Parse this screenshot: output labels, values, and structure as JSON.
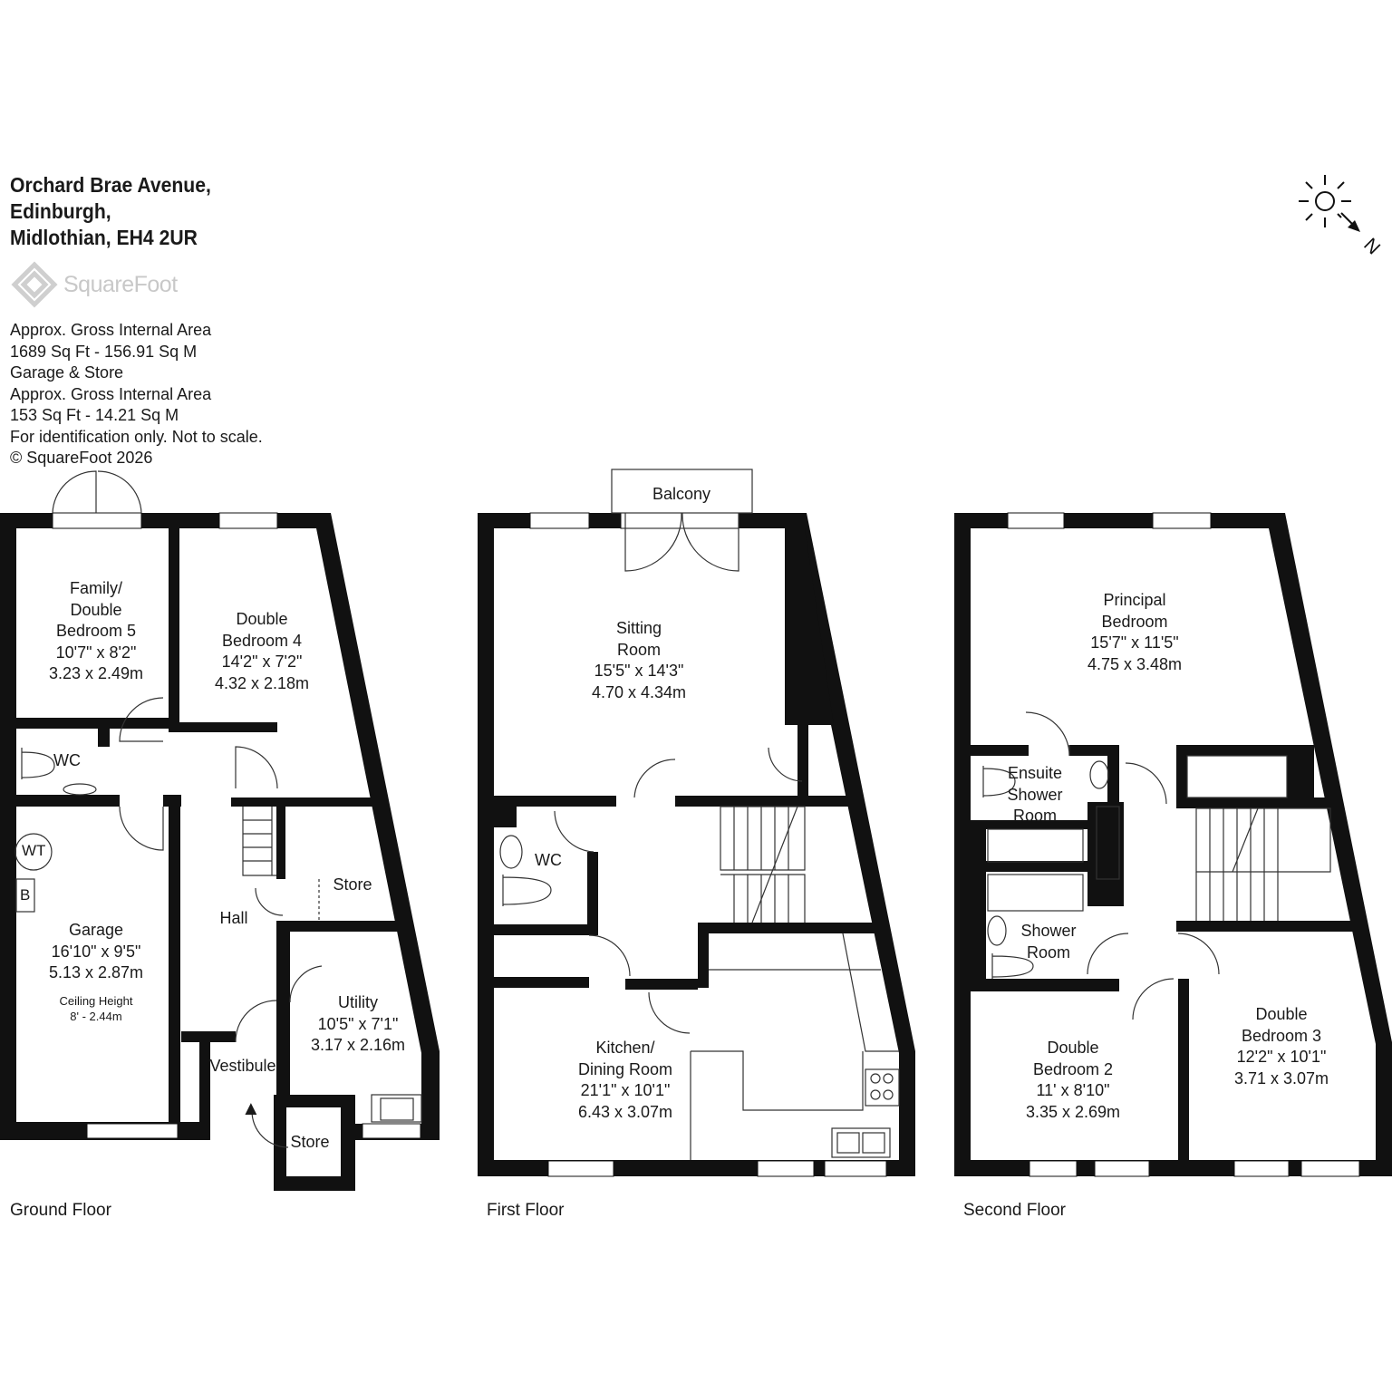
{
  "address": {
    "line1": "Orchard Brae Avenue,",
    "line2": "Edinburgh,",
    "line3": "Midlothian, EH4 2UR"
  },
  "brand": {
    "logo_text": "SquareFoot"
  },
  "area_info": {
    "line1": "Approx. Gross Internal Area",
    "line2": "1689 Sq Ft  -  156.91 Sq M",
    "line3": "Garage & Store",
    "line4": "Approx. Gross Internal Area",
    "line5": "153 Sq Ft  -  14.21 Sq M",
    "line6": "For identification only. Not to scale.",
    "line7": "© SquareFoot 2026"
  },
  "compass": {
    "letter": "N",
    "icon": "sun-compass-icon"
  },
  "floors": {
    "ground": "Ground Floor",
    "first": "First Floor",
    "second": "Second Floor"
  },
  "ground_rooms": {
    "family": {
      "l1": "Family/",
      "l2": "Double",
      "l3": "Bedroom 5",
      "imp": "10'7\" x 8'2\"",
      "met": "3.23 x 2.49m"
    },
    "bed4": {
      "l1": "Double",
      "l2": "Bedroom 4",
      "imp": "14'2\" x 7'2\"",
      "met": "4.32 x 2.18m"
    },
    "wc": "WC",
    "wt": "WT",
    "b": "B",
    "garage": {
      "l1": "Garage",
      "imp": "16'10\" x 9'5\"",
      "met": "5.13 x 2.87m",
      "note1": "Ceiling Height",
      "note2": "8' - 2.44m"
    },
    "hall": "Hall",
    "store1": "Store",
    "utility": {
      "l1": "Utility",
      "imp": "10'5\" x 7'1\"",
      "met": "3.17 x 2.16m"
    },
    "vestibule": "Vestibule",
    "store2": "Store"
  },
  "first_rooms": {
    "balcony": "Balcony",
    "sitting": {
      "l1": "Sitting",
      "l2": "Room",
      "imp": "15'5\" x 14'3\"",
      "met": "4.70 x 4.34m"
    },
    "wc": "WC",
    "kitchen": {
      "l1": "Kitchen/",
      "l2": "Dining Room",
      "imp": "21'1\" x 10'1\"",
      "met": "6.43 x 3.07m"
    }
  },
  "second_rooms": {
    "principal": {
      "l1": "Principal",
      "l2": "Bedroom",
      "imp": "15'7\" x 11'5\"",
      "met": "4.75 x 3.48m"
    },
    "ensuite": {
      "l1": "Ensuite",
      "l2": "Shower",
      "l3": "Room"
    },
    "shower": {
      "l1": "Shower",
      "l2": "Room"
    },
    "bed2": {
      "l1": "Double",
      "l2": "Bedroom 2",
      "imp": "11' x 8'10\"",
      "met": "3.35 x 2.69m"
    },
    "bed3": {
      "l1": "Double",
      "l2": "Bedroom 3",
      "imp": "12'2\" x 10'1\"",
      "met": "3.71 x 3.07m"
    }
  },
  "colors": {
    "wall": "#111111",
    "text": "#1a1a1a",
    "logo": "#c8c8c8",
    "fixture": "#888888"
  }
}
